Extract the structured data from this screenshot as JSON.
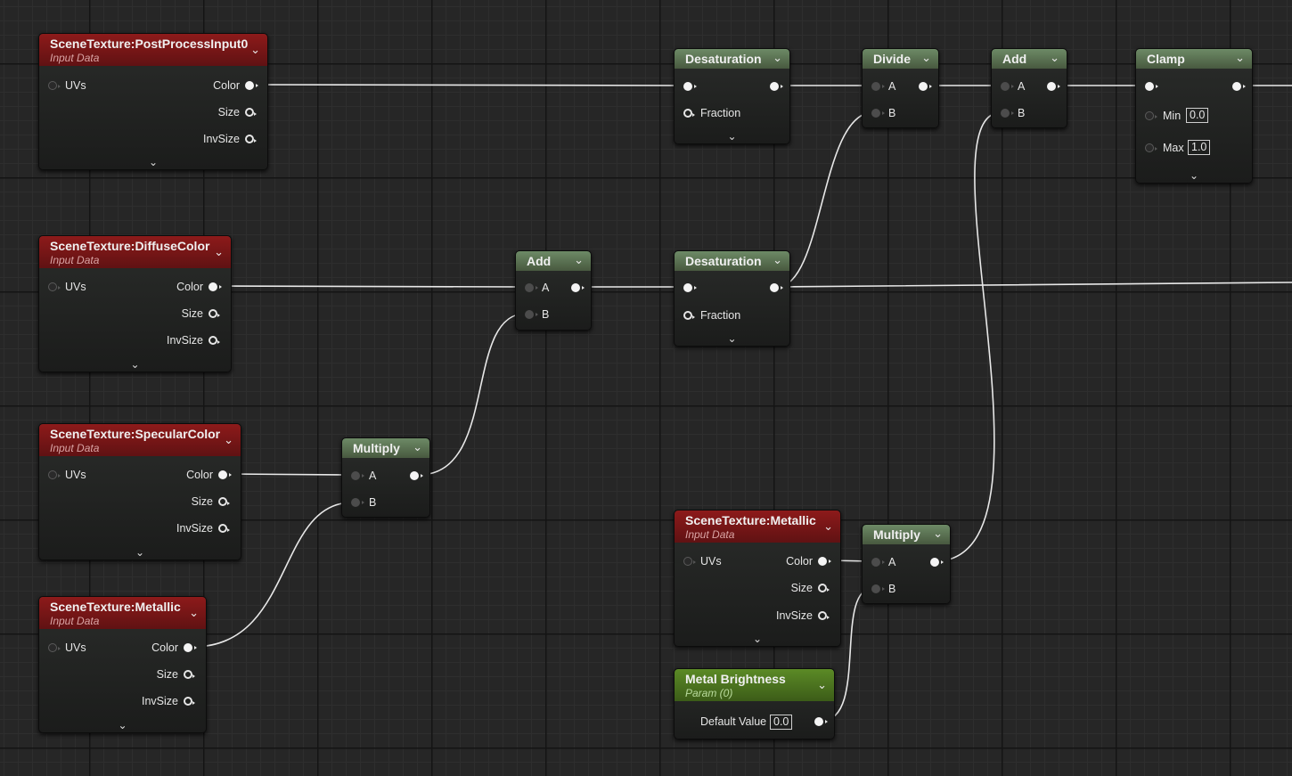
{
  "graph": {
    "nodes": {
      "pp_input": {
        "title": "SceneTexture:PostProcessInput0",
        "subtitle": "Input Data",
        "in_uvs": "UVs",
        "out_color": "Color",
        "out_size": "Size",
        "out_invsize": "InvSize"
      },
      "diffuse": {
        "title": "SceneTexture:DiffuseColor",
        "subtitle": "Input Data",
        "in_uvs": "UVs",
        "out_color": "Color",
        "out_size": "Size",
        "out_invsize": "InvSize"
      },
      "specular": {
        "title": "SceneTexture:SpecularColor",
        "subtitle": "Input Data",
        "in_uvs": "UVs",
        "out_color": "Color",
        "out_size": "Size",
        "out_invsize": "InvSize"
      },
      "metallic_left": {
        "title": "SceneTexture:Metallic",
        "subtitle": "Input Data",
        "in_uvs": "UVs",
        "out_color": "Color",
        "out_size": "Size",
        "out_invsize": "InvSize"
      },
      "multiply_left": {
        "title": "Multiply",
        "in_a": "A",
        "in_b": "B"
      },
      "add_mid": {
        "title": "Add",
        "in_a": "A",
        "in_b": "B"
      },
      "desat_top": {
        "title": "Desaturation",
        "in_fraction": "Fraction"
      },
      "desat_mid": {
        "title": "Desaturation",
        "in_fraction": "Fraction"
      },
      "divide": {
        "title": "Divide",
        "in_a": "A",
        "in_b": "B"
      },
      "add_top": {
        "title": "Add",
        "in_a": "A",
        "in_b": "B"
      },
      "clamp": {
        "title": "Clamp",
        "min_label": "Min",
        "min_value": "0.0",
        "max_label": "Max",
        "max_value": "1.0"
      },
      "metallic_right": {
        "title": "SceneTexture:Metallic",
        "subtitle": "Input Data",
        "in_uvs": "UVs",
        "out_color": "Color",
        "out_size": "Size",
        "out_invsize": "InvSize"
      },
      "multiply_right": {
        "title": "Multiply",
        "in_a": "A",
        "in_b": "B"
      },
      "metal_brightness": {
        "title": "Metal Brightness",
        "subtitle": "Param (0)",
        "default_label": "Default Value",
        "default_value": "0.0"
      }
    },
    "connections": [
      {
        "from": "pp_input.Color",
        "to": "desat_top.Input"
      },
      {
        "from": "desat_top.Output",
        "to": "divide.A"
      },
      {
        "from": "divide.Output",
        "to": "add_top.A"
      },
      {
        "from": "add_top.Output",
        "to": "clamp.Input"
      },
      {
        "from": "clamp.Output",
        "to": "offscreen"
      },
      {
        "from": "diffuse.Color",
        "to": "add_mid.A"
      },
      {
        "from": "add_mid.Output",
        "to": "desat_mid.Input"
      },
      {
        "from": "desat_mid.Output",
        "to": "divide.B"
      },
      {
        "from": "desat_mid.Output",
        "to": "offscreen"
      },
      {
        "from": "specular.Color",
        "to": "multiply_left.A"
      },
      {
        "from": "metallic_left.Color",
        "to": "multiply_left.B"
      },
      {
        "from": "multiply_left.Output",
        "to": "add_mid.B"
      },
      {
        "from": "metallic_right.Color",
        "to": "multiply_right.A"
      },
      {
        "from": "metal_brightness.Output",
        "to": "multiply_right.B"
      },
      {
        "from": "multiply_right.Output",
        "to": "add_top.B"
      }
    ],
    "colors": {
      "background": "#262626",
      "wire": "#e8e8e8",
      "scene_texture_header": "#8d1a1a",
      "math_header": "#6d8a66",
      "parameter_header": "#5b8a26"
    },
    "icons": {
      "expand": "chevron-down-icon",
      "collapse_toggle": "chevron-down-small-icon"
    }
  }
}
